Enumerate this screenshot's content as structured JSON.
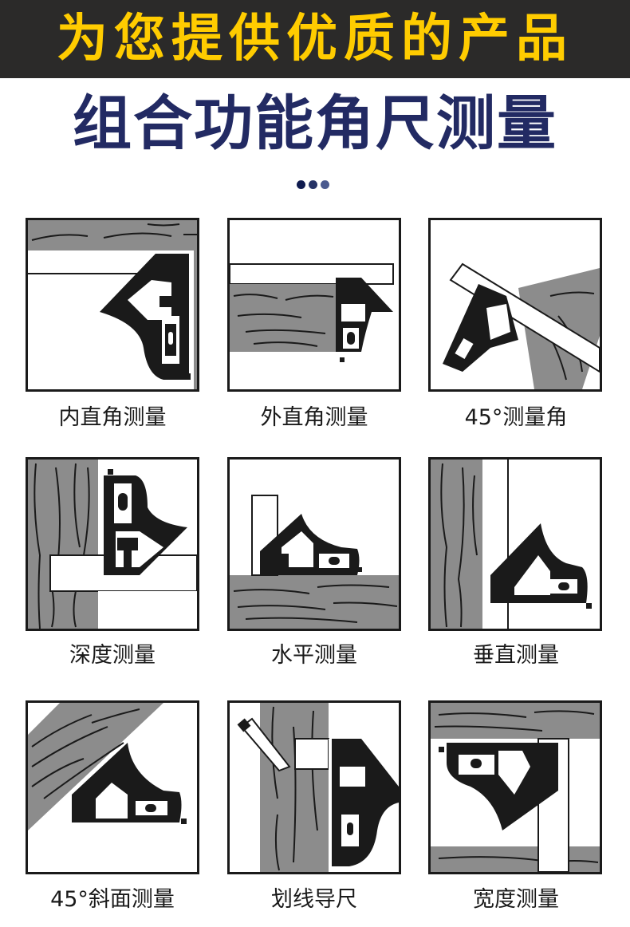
{
  "banner": {
    "text": "为您提供优质的产品",
    "bg": "#2b2a29",
    "color": "#ffcc00"
  },
  "title": {
    "text": "组合功能角尺测量",
    "color": "#222a63"
  },
  "dots": [
    "#0f1b4f",
    "#263366",
    "#4a5a8f"
  ],
  "colors": {
    "wood": "#8c8c8c",
    "ink": "#1a1a1a",
    "paper": "#ffffff"
  },
  "panels": [
    {
      "label": "内直角测量",
      "scene": "inside-right-angle"
    },
    {
      "label": "外直角测量",
      "scene": "outside-right-angle"
    },
    {
      "label": "45°测量角",
      "scene": "45-degree-angle"
    },
    {
      "label": "深度测量",
      "scene": "depth"
    },
    {
      "label": "水平测量",
      "scene": "horizontal-level"
    },
    {
      "label": "垂直测量",
      "scene": "vertical-plumb"
    },
    {
      "label": "45°斜面测量",
      "scene": "45-degree-bevel"
    },
    {
      "label": "划线导尺",
      "scene": "line-marking-guide"
    },
    {
      "label": "宽度测量",
      "scene": "width"
    }
  ]
}
